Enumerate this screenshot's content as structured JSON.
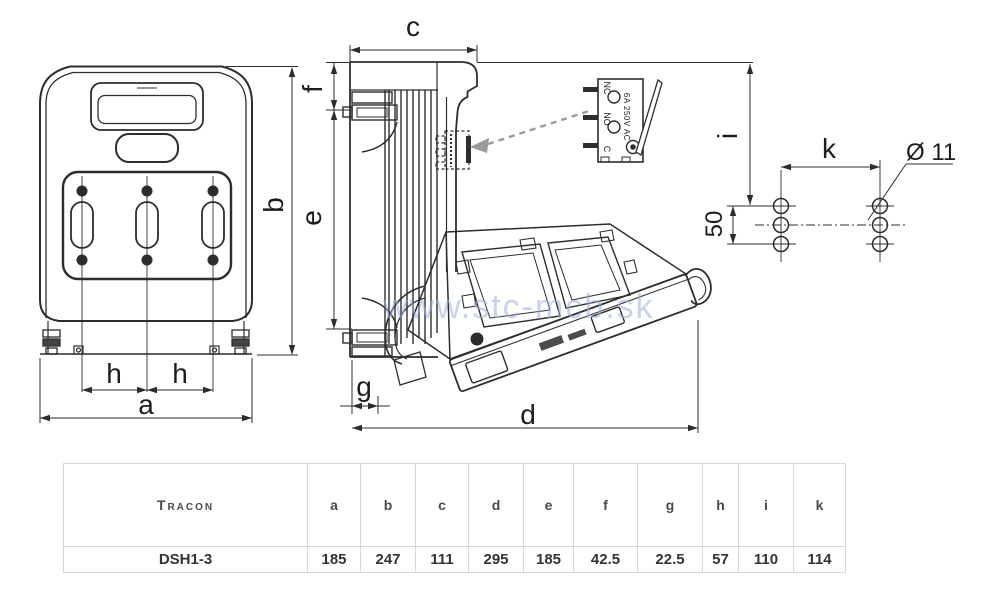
{
  "drawing": {
    "labels": {
      "a": "a",
      "b": "b",
      "c": "c",
      "d": "d",
      "e": "e",
      "f": "f",
      "g": "g",
      "h_left": "h",
      "h_right": "h",
      "i": "i",
      "k": "k",
      "spacing_50": "50",
      "hole_dia": "Ø 11"
    },
    "microswitch": {
      "terminal_nc": "NC",
      "terminal_no": "NO",
      "terminal_c": "C",
      "rating": "6A 250V AC"
    },
    "watermark": "www.stc-mcb.sk",
    "colors": {
      "line": "#2d2d2d",
      "watermark": "#9cb0dc",
      "table_border": "#d8d8d8"
    }
  },
  "table": {
    "brand": "Tracon",
    "model": "DSH1-3",
    "headers": [
      "a",
      "b",
      "c",
      "d",
      "e",
      "f",
      "g",
      "h",
      "i",
      "k"
    ],
    "values": [
      "185",
      "247",
      "111",
      "295",
      "185",
      "42.5",
      "22.5",
      "57",
      "110",
      "114"
    ]
  }
}
